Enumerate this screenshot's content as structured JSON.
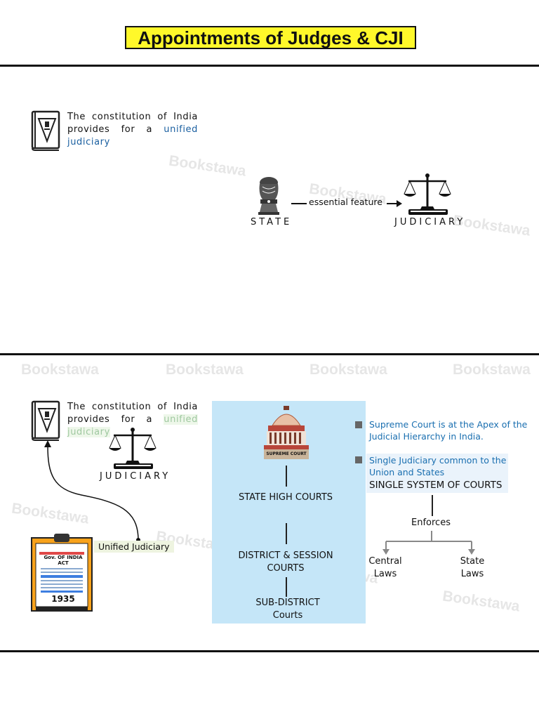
{
  "title": "Appointments of Judges & CJI",
  "watermark": "Bookstawa",
  "section1": {
    "para_before": "The constitution of India provides for a",
    "para_highlight": "unified judiciary",
    "state_label": "STATE",
    "arrow_label": "essential feature",
    "judiciary_label": "JUDICIARY"
  },
  "section2": {
    "para_before": "The constitution of India provides for a",
    "para_highlight": "unified judiciary",
    "judiciary_label": "JUDICIARY",
    "act_line1": "Gov. OF INDIA",
    "act_line2": "ACT",
    "act_year": "1935",
    "unified_label": "Unified Judiciary",
    "supreme_court_sign": "SUPREME COURT",
    "courts": [
      "STATE HIGH COURTS",
      "DISTRICT & SESSION COURTS",
      "SUB-DISTRICT Courts"
    ],
    "bullets": [
      "Supreme Court is at the Apex of the Judicial Hierarchy in India.",
      "Single Judiciary common to the Union and States"
    ],
    "single_system": "SINGLE SYSTEM OF COURTS",
    "enforces": "Enforces",
    "central_laws": "Central Laws",
    "state_laws": "State Laws"
  },
  "colors": {
    "title_bg": "#fff82a",
    "panel_bg": "#c5e6f8",
    "link_blue": "#1a5fa0"
  }
}
